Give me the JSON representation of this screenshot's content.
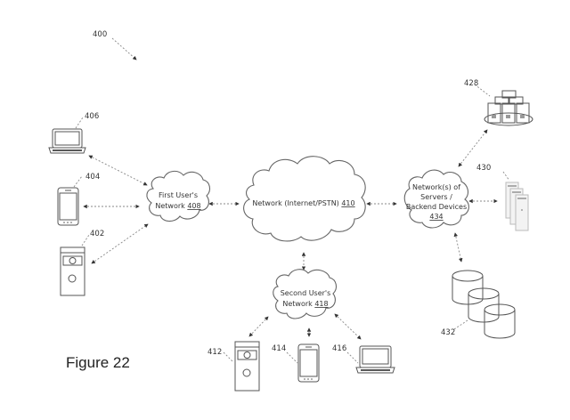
{
  "figure": {
    "caption": "Figure 22",
    "ref": "400"
  },
  "devices": {
    "first_laptop": {
      "ref": "406"
    },
    "first_phone": {
      "ref": "404"
    },
    "first_doorbell": {
      "ref": "402"
    },
    "second_doorbell": {
      "ref": "412"
    },
    "second_phone": {
      "ref": "414"
    },
    "second_laptop": {
      "ref": "416"
    },
    "server_cluster": {
      "ref": "428"
    },
    "server_stack": {
      "ref": "430"
    },
    "databases": {
      "ref": "432"
    }
  },
  "networks": {
    "first_user": {
      "line1": "First User's",
      "line2": "Network ",
      "ref": "408"
    },
    "internet": {
      "line1": "Network (Internet/PSTN) ",
      "ref": "410"
    },
    "second_user": {
      "line1": "Second User's",
      "line2": "Network ",
      "ref": "418"
    },
    "backend": {
      "line1": "Network(s) of",
      "line2": "Servers /",
      "line3": "Backend Devices",
      "ref": "434"
    }
  }
}
